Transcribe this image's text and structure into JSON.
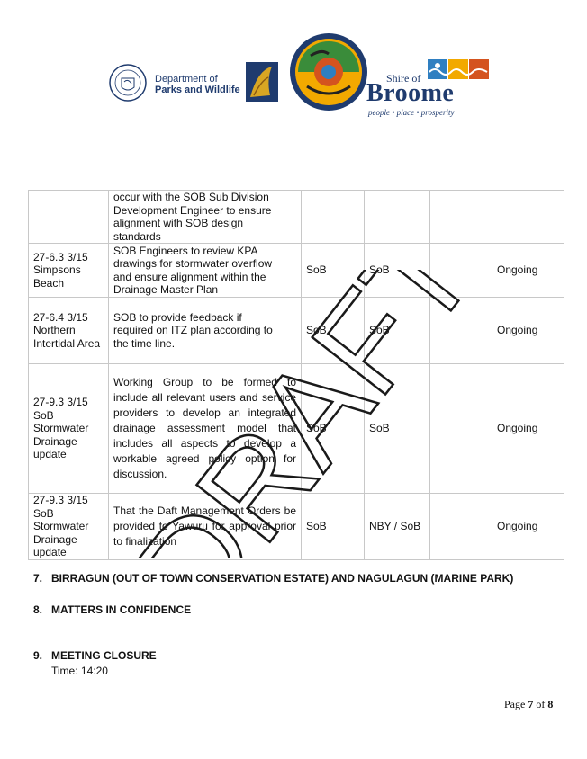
{
  "header": {
    "dept_line1": "Department of",
    "dept_line2": "Parks and Wildlife",
    "shire_of": "Shire of",
    "broome": "Broome",
    "tagline": "people • place • prosperity"
  },
  "table": {
    "rows": [
      {
        "ref": "",
        "task_lines": [
          "occur with the SOB Sub Division",
          "Development Engineer to ensure",
          "alignment with SOB design",
          "standards"
        ],
        "responsible": "",
        "agency": "",
        "due": "",
        "status": ""
      },
      {
        "ref": "27-6.3 3/15 Simpsons Beach",
        "task_lines": [
          "SOB Engineers to review KPA",
          "drawings for stormwater overflow",
          "and ensure alignment within the",
          "Drainage Master Plan"
        ],
        "responsible": "SoB",
        "agency": "SoB",
        "due": "",
        "status": "Ongoing"
      },
      {
        "ref": "27-6.4 3/15 Northern Intertidal Area",
        "task_lines": [
          "SOB to provide feedback if",
          "required on ITZ plan according to",
          "the time line."
        ],
        "responsible": "SoB",
        "agency": "SoB",
        "due": "",
        "status": "Ongoing"
      },
      {
        "ref": "27-9.3 3/15 SoB Stormwater Drainage update",
        "task": "Working Group to be formed to include all relevant users and service providers to develop an integrated drainage assessment model that includes all aspects to develop a workable agreed policy option for discussion.",
        "responsible": "SoB",
        "agency": "SoB",
        "due": "",
        "status": "Ongoing"
      },
      {
        "ref": "27-9.3 3/15 SoB Stormwater Drainage update",
        "task": "That the Daft Management Orders be provided to Yawuru for approval prior to finalization",
        "responsible": "SoB",
        "agency": "NBY / SoB",
        "due": "",
        "status": "Ongoing"
      }
    ]
  },
  "sections": [
    {
      "num": "7.",
      "title": "BIRRAGUN (OUT OF TOWN CONSERVATION ESTATE) AND NAGULAGUN (MARINE PARK)"
    },
    {
      "num": "8.",
      "title": "MATTERS IN CONFIDENCE"
    },
    {
      "num": "9.",
      "title": "MEETING CLOSURE"
    }
  ],
  "closure_time": "Time: 14:20",
  "page": {
    "prefix": "Page ",
    "current": "7",
    "of": " of ",
    "total": "8"
  },
  "watermark": "DRAFT",
  "colors": {
    "watermark": "#1a1a1a",
    "text": "#111111",
    "border": "#c8c8c8",
    "logo_navy": "#1f3b6e"
  }
}
